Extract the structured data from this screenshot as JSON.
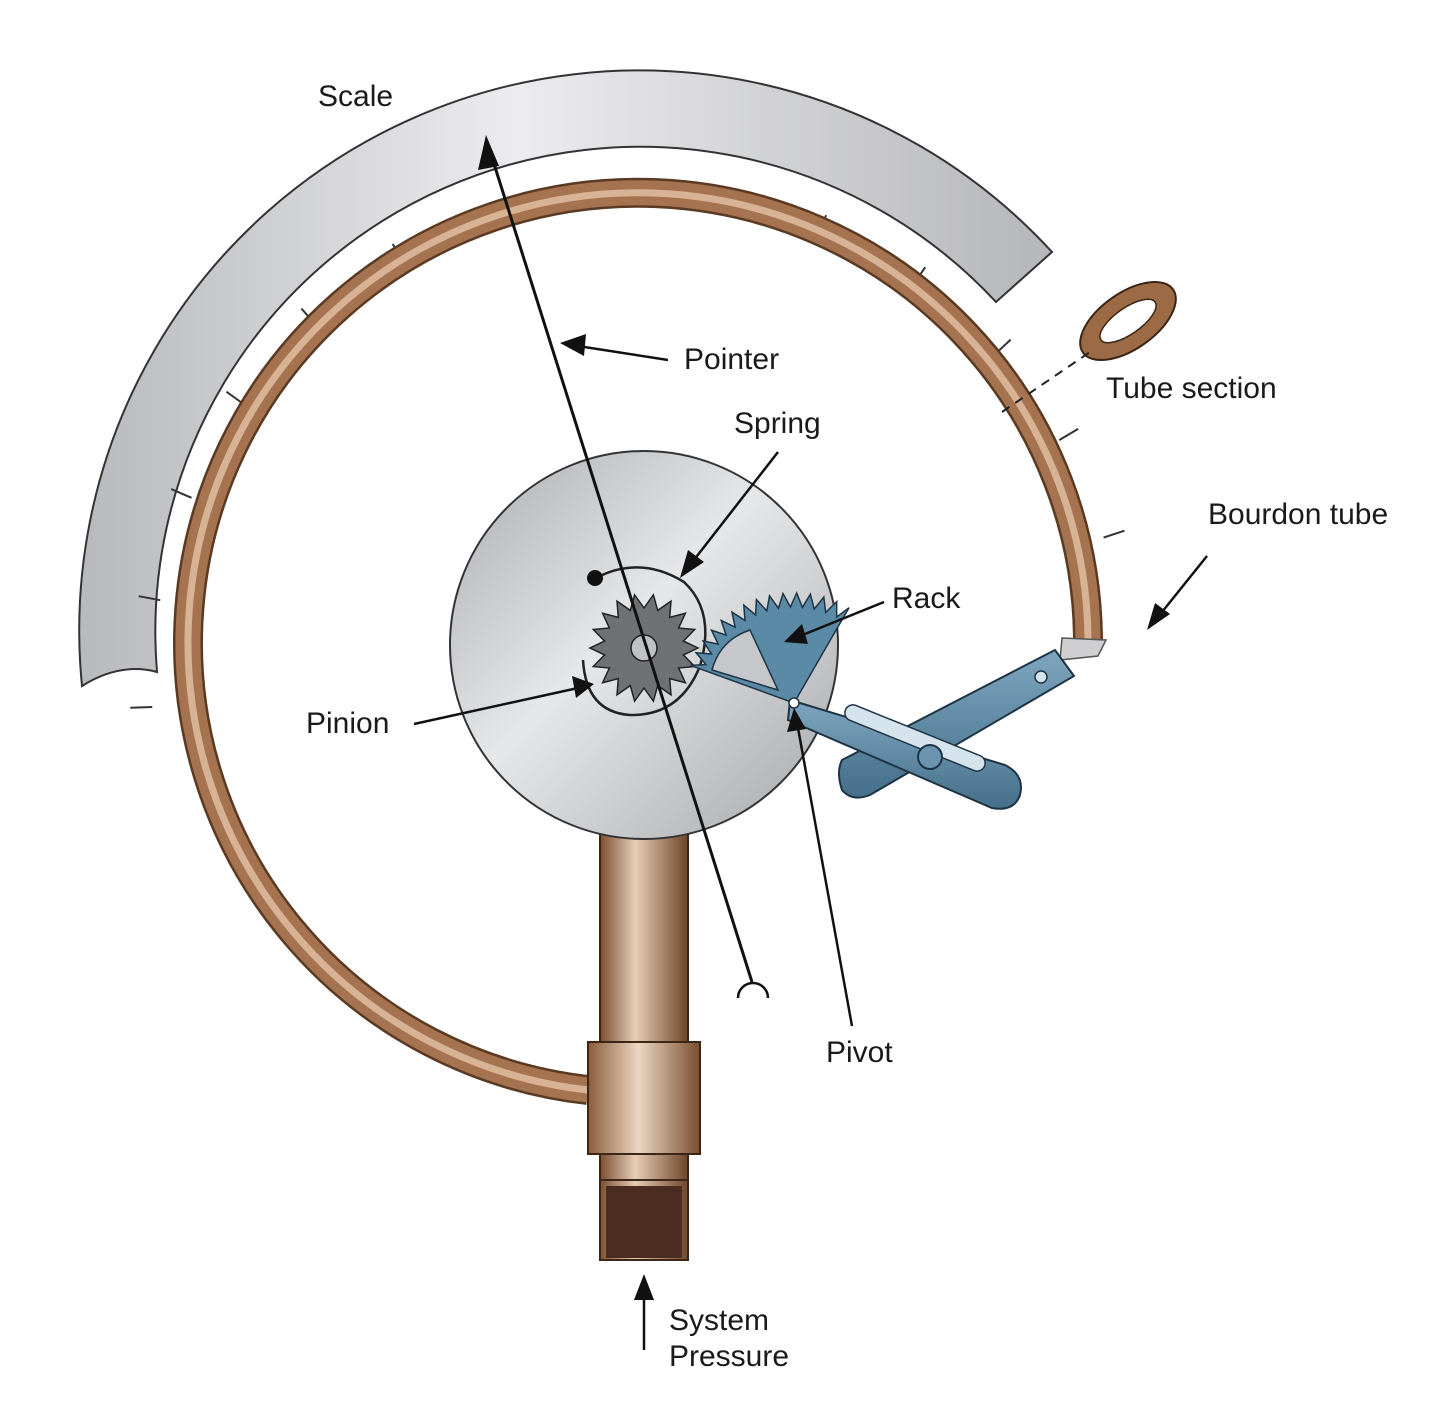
{
  "labels": {
    "scale": "Scale",
    "pointer": "Pointer",
    "tube_section": "Tube section",
    "spring": "Spring",
    "bourdon_tube": "Bourdon tube",
    "rack": "Rack",
    "pinion": "Pinion",
    "pivot": "Pivot",
    "system_pressure_line1": "System",
    "system_pressure_line2": "Pressure"
  },
  "colors": {
    "tube_copper": "#9a6a45",
    "scale_gray": "#c9cacd",
    "disc_gray": "#c6c7ca",
    "linkage_blue": "#5b8aa6",
    "gear_gray": "#6f7275",
    "socket_dark": "#4a2c20"
  }
}
